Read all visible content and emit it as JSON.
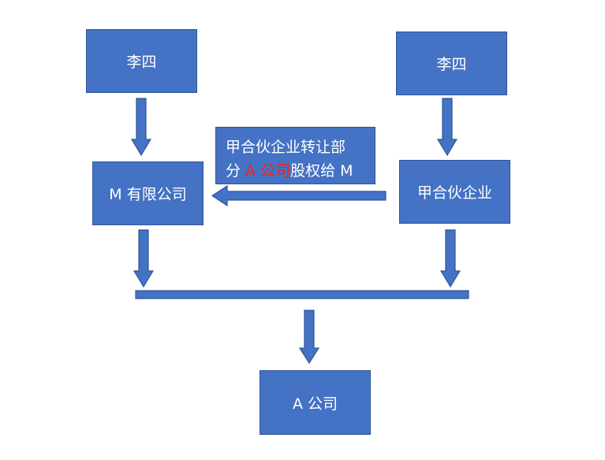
{
  "nodes": {
    "top_left": "李四",
    "top_right": "李四",
    "mid_left": "M 有限公司",
    "mid_right": "甲合伙企业",
    "bottom": "A 公司"
  },
  "transfer_note": {
    "line1": "甲合伙企业转让部",
    "line2_prefix": "分 ",
    "line2_highlight": "A 公司",
    "line2_suffix": "股权给 M"
  },
  "colors": {
    "box_fill": "#4472c4",
    "box_border": "#2f5597",
    "text": "#ffffff",
    "highlight": "#ff1a1a"
  }
}
